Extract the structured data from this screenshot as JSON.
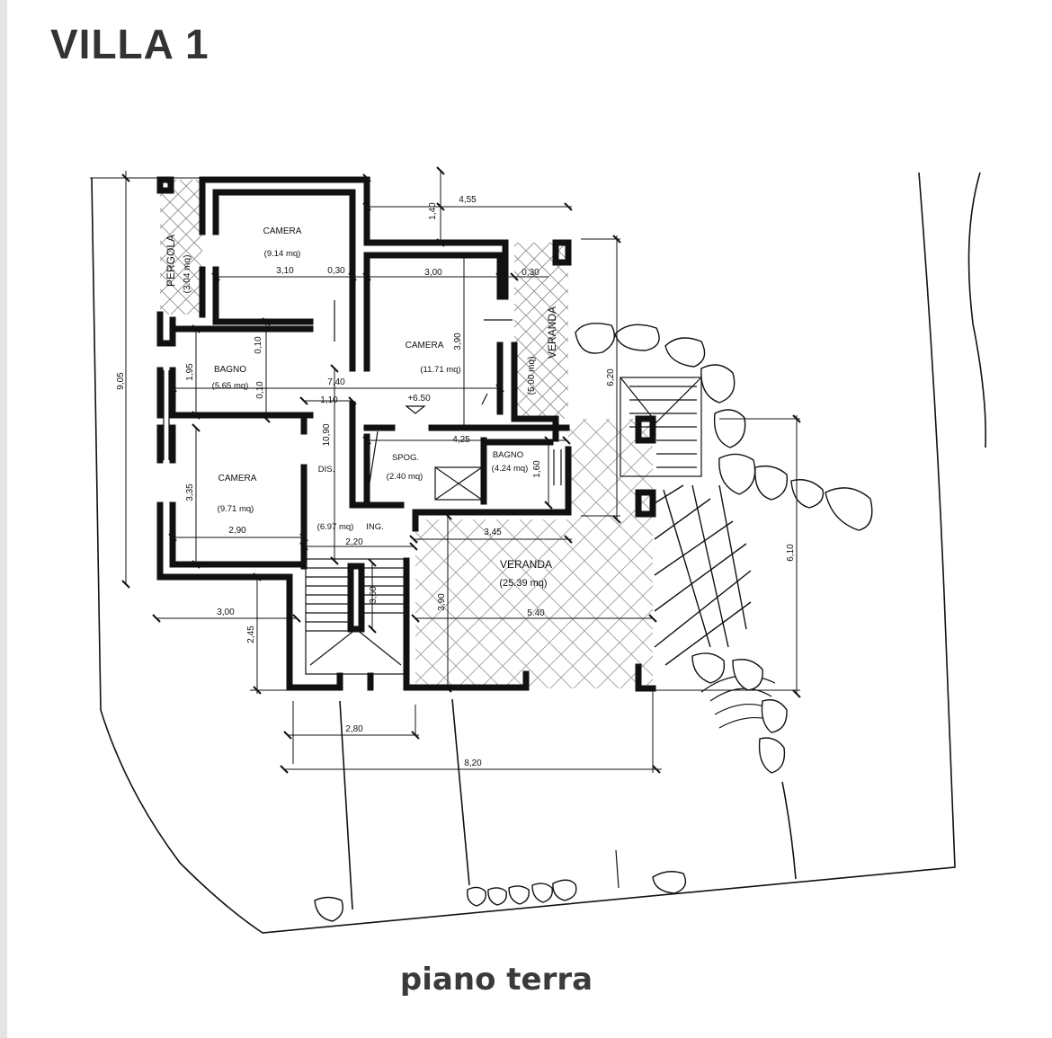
{
  "title": "VILLA 1",
  "caption": "piano terra",
  "rooms": {
    "camera_top": {
      "name": "CAMERA",
      "area": "(9.14 mq)"
    },
    "camera_mid": {
      "name": "CAMERA",
      "area": "(11.71 mq)"
    },
    "camera_bottom": {
      "name": "CAMERA",
      "area": "(9.71 mq)"
    },
    "bagno_left": {
      "name": "BAGNO",
      "area": "(5.65 mq)"
    },
    "bagno_right": {
      "name": "BAGNO",
      "area": "(4.24 mq)"
    },
    "spog": {
      "name": "SPOG.",
      "area": "(2.40 mq)"
    },
    "dis": {
      "name": "DIS.",
      "area": "(6.97 mq)"
    },
    "ing": {
      "name": "ING."
    },
    "pergola": {
      "name": "PERGOLA",
      "area": "(3.04 mq)"
    },
    "veranda_side": {
      "name": "VERANDA",
      "area": "(5.00 mq)"
    },
    "veranda_main": {
      "name": "VERANDA",
      "area": "(25.39 mq)"
    }
  },
  "level_mark": "+6.50",
  "dimensions": {
    "d_455": "4,55",
    "d_140": "1,40",
    "d_310": "3,10",
    "d_030a": "0,30",
    "d_300a": "3,00",
    "d_030b": "0,30",
    "d_390a": "3,90",
    "d_620": "6,20",
    "d_905": "9,05",
    "d_010a": "0,10",
    "d_195": "1,95",
    "d_010b": "0,10",
    "d_740": "7,40",
    "d_110": "1,10",
    "d_1090": "10,90",
    "d_425": "4,25",
    "d_160": "1,60",
    "d_335": "3,35",
    "d_290": "2,90",
    "d_220": "2,20",
    "d_345": "3,45",
    "d_610": "6,10",
    "d_360": "3,60",
    "d_390b": "3,90",
    "d_540": "5.40",
    "d_300b": "3,00",
    "d_245": "2,45",
    "d_280": "2,80",
    "d_820": "8,20"
  }
}
